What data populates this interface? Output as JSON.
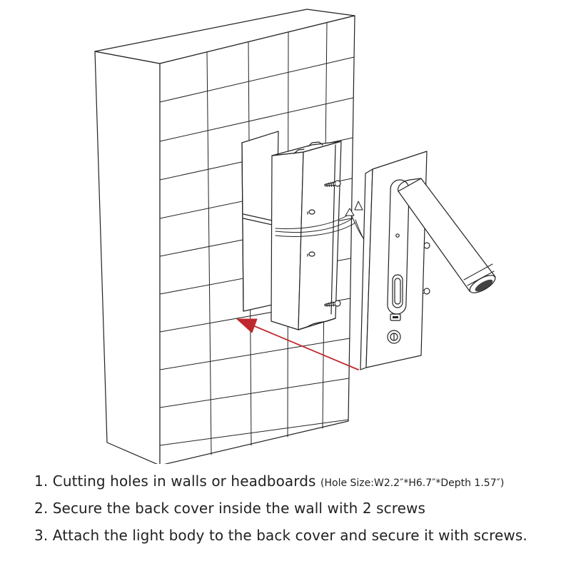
{
  "steps": [
    {
      "number": "1.",
      "text": "Cutting holes in walls or headboards",
      "note": "(Hole Size:W2.2″*H6.7″*Depth 1.57″)"
    },
    {
      "number": "2.",
      "text": "Secure the back cover inside the wall with 2 screws",
      "note": ""
    },
    {
      "number": "3.",
      "text": "Attach the light body to the back cover and secure it with screws.",
      "note": ""
    }
  ],
  "colors": {
    "line": "#222222",
    "arrow": "#c0282d",
    "background": "#ffffff"
  }
}
